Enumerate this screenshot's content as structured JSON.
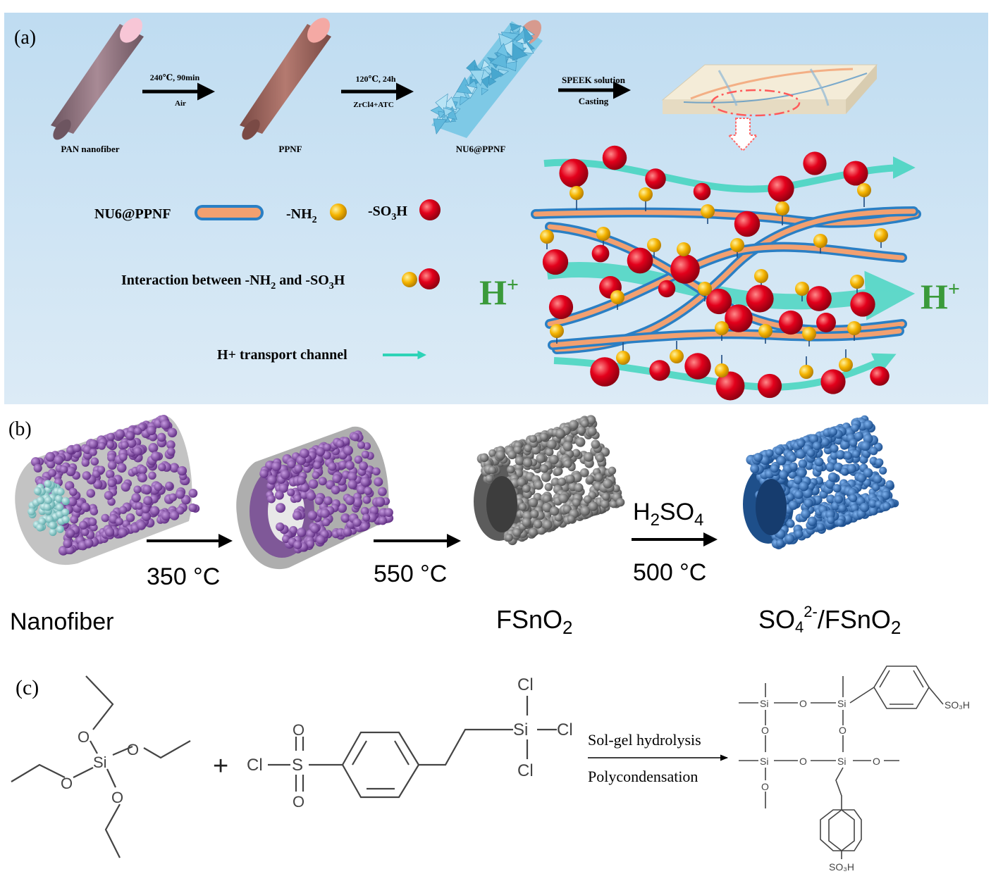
{
  "panel_a": {
    "label": "(a)",
    "stage1_name": "PAN nanofiber",
    "stage2_name": "PPNF",
    "stage3_name": "NU6@PPNF",
    "step1_top": "240℃, 90min",
    "step1_bottom": "Air",
    "step2_top": "120℃, 24h",
    "step2_bottom": "ZrCl4+ATC",
    "step3_top": "SPEEK solution",
    "step3_bottom": "Casting",
    "legend_fiber": "NU6@PPNF",
    "legend_nh2": "-NH",
    "legend_nh2_sub": "2",
    "legend_so3h_pre": "-SO",
    "legend_so3h_sub": "3",
    "legend_so3h_post": "H",
    "legend_interaction_pre": "Interaction between -NH",
    "legend_interaction_sub1": "2",
    "legend_interaction_mid": " and -SO",
    "legend_interaction_sub2": "3",
    "legend_interaction_post": "H",
    "legend_channel": "H+ transport channel",
    "proton_left": "H",
    "proton_right": "H",
    "proton_sup": "+",
    "colors": {
      "background": "#cfe6f5",
      "nh2": "#f5b400",
      "so3h": "#e3001b",
      "channel": "#2ed3b7",
      "fiber": "#f2a070",
      "fiber_edge": "#2a7fc4",
      "proton": "#3a9a3a"
    }
  },
  "panel_b": {
    "label": "(b)",
    "step1_temp": "350 °C",
    "step2_temp": "550 °C",
    "step3_reagent_pre": "H",
    "step3_reagent_sub1": "2",
    "step3_reagent_mid": "SO",
    "step3_reagent_sub2": "4",
    "step3_temp": "500 °C",
    "name1": "Nanofiber",
    "name3_pre": "FSnO",
    "name3_sub": "2",
    "name4_pre": "SO",
    "name4_sub": "4",
    "name4_sup": "2-",
    "name4_post": "/FSnO",
    "name4_sub2": "2",
    "colors": {
      "purple": "#8a4fb0",
      "cyan": "#7fd0d0",
      "gray": "#808080",
      "blue": "#2f6db3"
    }
  },
  "panel_c": {
    "label": "(c)",
    "plus": "+",
    "arrow_top": "Sol-gel hydrolysis",
    "arrow_bottom": "Polycondensation",
    "atom_si": "Si",
    "atom_o": "O",
    "atom_cl": "Cl",
    "atom_s": "S",
    "so3h": "SO₃H"
  }
}
